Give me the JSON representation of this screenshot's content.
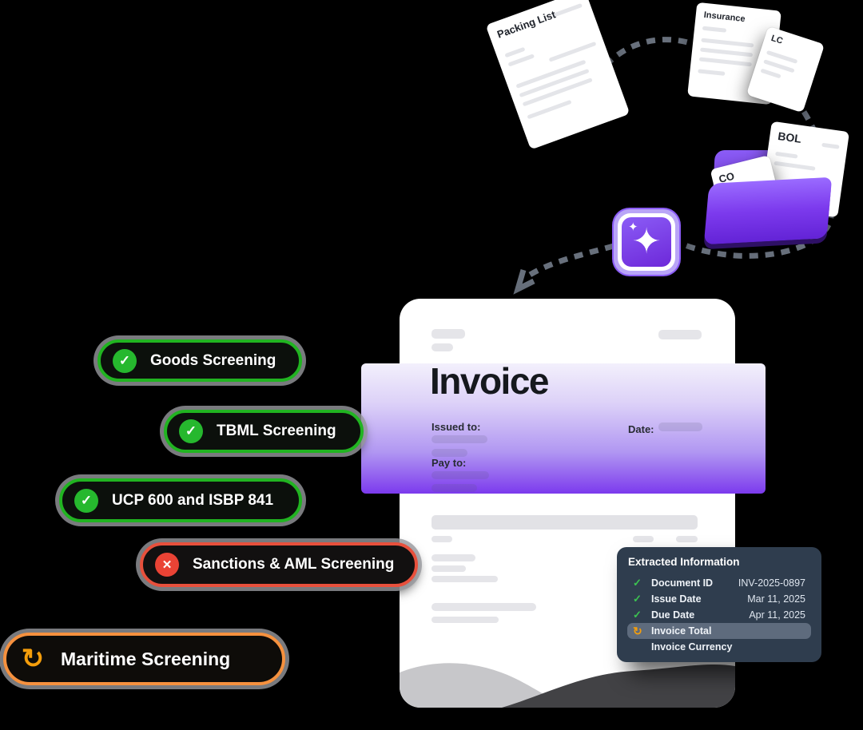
{
  "colors": {
    "accent_purple": "#7c3aed",
    "success_green": "#26b82e",
    "error_red": "#ea4335",
    "pending_orange": "#f6913e",
    "panel_slate": "#2f3d4e",
    "connector_gray": "#68707c"
  },
  "icons": {
    "check": "✓",
    "cross": "✕",
    "spinner": "↻",
    "sparkle_large": "✦",
    "sparkle_small": "✦"
  },
  "documents": {
    "packing_list": {
      "title": "Packing List"
    },
    "insurance": {
      "title": "Insurance"
    },
    "lc": {
      "title": "LC"
    },
    "bol": {
      "title": "BOL"
    },
    "co": {
      "title": "CO"
    }
  },
  "badges": [
    {
      "label": "Goods Screening",
      "status": "passed"
    },
    {
      "label": "TBML Screening",
      "status": "passed"
    },
    {
      "label": "UCP 600 and ISBP 841",
      "status": "passed"
    },
    {
      "label": "Sanctions & AML Screening",
      "status": "failed"
    },
    {
      "label": "Maritime Screening",
      "status": "in-progress"
    }
  ],
  "invoice": {
    "title": "Invoice",
    "issued_to_label": "Issued to:",
    "date_label": "Date:",
    "pay_to_label": "Pay to:"
  },
  "extracted_info": {
    "title": "Extracted Information",
    "rows": [
      {
        "label": "Document ID",
        "value": "INV-2025-0897",
        "status": "done"
      },
      {
        "label": "Issue Date",
        "value": "Mar 11, 2025",
        "status": "done"
      },
      {
        "label": "Due Date",
        "value": "Apr 11, 2025",
        "status": "done"
      },
      {
        "label": "Invoice Total",
        "value": "",
        "status": "loading"
      },
      {
        "label": "Invoice Currency",
        "value": "",
        "status": "pending"
      }
    ]
  }
}
